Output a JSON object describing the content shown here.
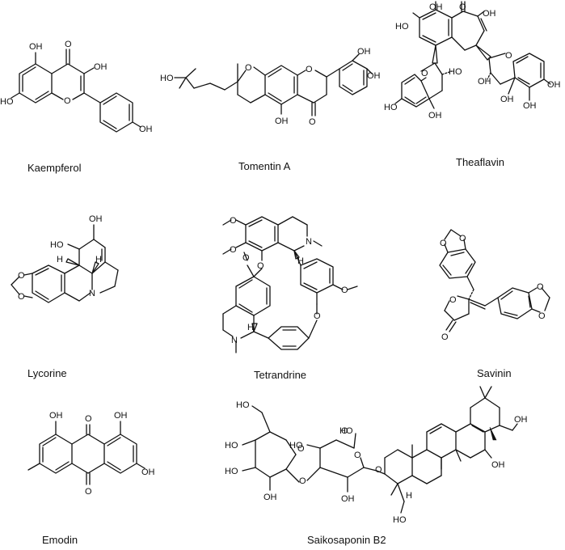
{
  "compounds": [
    {
      "id": "kaempferol",
      "name": "Kaempferol",
      "atoms": [
        "OH",
        "O",
        "OH",
        "HO",
        "O",
        "OH"
      ]
    },
    {
      "id": "tomentin-a",
      "name": "Tomentin A",
      "atoms": [
        "HO",
        "O",
        "O",
        "OH",
        "OH",
        "OH",
        "O"
      ]
    },
    {
      "id": "theaflavin",
      "name": "Theaflavin",
      "atoms": [
        "OH",
        "O",
        "OH",
        "HO",
        "HO",
        "O",
        "OH",
        "OH",
        "O",
        "OH",
        "HO",
        "OH",
        "OH"
      ]
    },
    {
      "id": "lycorine",
      "name": "Lycorine",
      "atoms": [
        "OH",
        "HO",
        "H",
        "H",
        "O",
        "O",
        "N"
      ]
    },
    {
      "id": "tetrandrine",
      "name": "Tetrandrine",
      "atoms": [
        "O",
        "O",
        "N",
        "H",
        "O",
        "O",
        "O",
        "O",
        "N",
        "H"
      ]
    },
    {
      "id": "savinin",
      "name": "Savinin",
      "atoms": [
        "O",
        "O",
        "O",
        "O",
        "O",
        "O"
      ]
    },
    {
      "id": "emodin",
      "name": "Emodin",
      "atoms": [
        "OH",
        "O",
        "OH",
        "O",
        "OH"
      ]
    },
    {
      "id": "saikosaponin-b2",
      "name": "Saikosaponin B2",
      "atoms": [
        "HO",
        "HO",
        "HO",
        "O",
        "OH",
        "HO",
        "O",
        "O",
        "O",
        "HO",
        "OH",
        "O",
        "HO",
        "OH",
        "OH",
        "H"
      ]
    }
  ]
}
